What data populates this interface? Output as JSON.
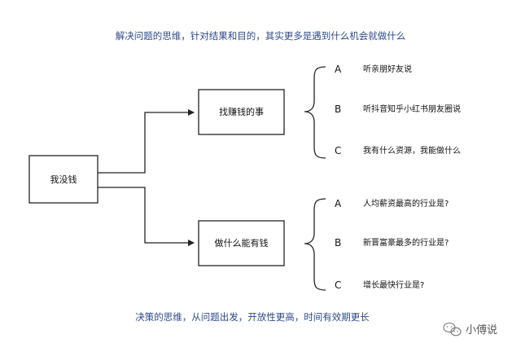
{
  "top_caption": "解决问题的思维，针对结果和目的，其实更多是遇到什么机会就做什么",
  "bottom_caption": "决策的思维，从问题出发，开放性更高，时间有效期更长",
  "root": {
    "label": "我没钱"
  },
  "branches": [
    {
      "label": "找赚钱的事",
      "options": [
        {
          "letter": "A",
          "text": "听亲朋好友说"
        },
        {
          "letter": "B",
          "text": "听抖音知乎小红书朋友圈说"
        },
        {
          "letter": "C",
          "text": "我有什么资源，我能做什么"
        }
      ]
    },
    {
      "label": "做什么能有钱",
      "options": [
        {
          "letter": "A",
          "text": "人均薪资最高的行业是?"
        },
        {
          "letter": "B",
          "text": "新晋富豪最多的行业是?"
        },
        {
          "letter": "C",
          "text": "增长最快行业是?"
        }
      ]
    }
  ],
  "watermark": {
    "text": "小傅说",
    "icon": "wechat-icon"
  }
}
